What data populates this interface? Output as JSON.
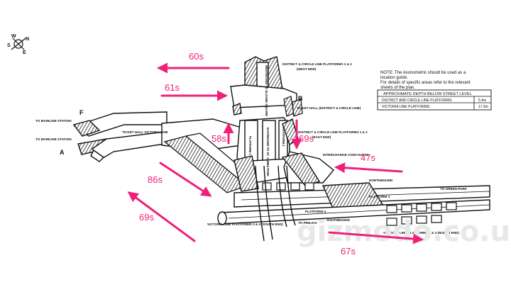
{
  "compass": {
    "n": "N",
    "s": "S",
    "e": "E",
    "w": "W"
  },
  "labels": {
    "district_circle_platforms_top": "DISTRICT & CIRCLE LINE PLATFORMS 1 & 2",
    "west_end": "(WEST END)",
    "westbound": "WESTBOUND TO SLOANE SQUARE",
    "eastbound": "EASTBOUND TO ST. JAMES PARK",
    "platform_1": "PLATFORM 1",
    "platform_2": "PLATFORM 2",
    "entrance_b": "B",
    "ticket_hall_district": "TICKET HALL (DISTRICT & CIRCLE LINE)",
    "entrance_f": "F",
    "entrance_a": "A",
    "to_mainline_1": "TO MAINLINE STATION",
    "to_mainline_2": "TO MAINLINE STATION",
    "ticket_hall_victoria": "TICKET HALL VICTORIA LINE",
    "district_circle_platforms_east": "DISTRICT & CIRCLE LINE PLATFORMS 1 & 2",
    "east_end": "(EAST END)",
    "interchange": "INTERCHANGE CONCOURSE",
    "northbound": "NORTHBOUND",
    "to_green_park": "TO GREEN PARK",
    "platform_3": "PLATFORM 3",
    "platform_4": "PLATFORM 4",
    "to_pimlico": "TO PIMLICO",
    "southbound": "SOUTHBOUND",
    "victoria_south": "VICTORIA LINE PLATFORMS 3 & 4 (SOUTH END)",
    "victoria_north": "VICTORIA LINE PLATFORMS 3 & 4 (NORTH END)"
  },
  "note": {
    "line1": "NOTE: The Axonometric should be used as a",
    "line2": "location guide.",
    "line3": "For details of specific areas refer to the relevant",
    "line4": "sheets of the plan.",
    "depth_title": "APPROXIMATE DEPTH BELOW STREET LEVEL",
    "rows": [
      {
        "name": "DISTRICT AND CIRCLE LINE PLATFORMS",
        "value": "5.4m"
      },
      {
        "name": "VICTORIA LINE PLATFORMS",
        "value": "17.9m"
      }
    ]
  },
  "times": {
    "t60": "60s",
    "t61": "61s",
    "t58": "58s",
    "t69b": "69s",
    "t47": "47s",
    "t86": "86s",
    "t69a": "69s",
    "t67": "67s"
  },
  "watermark": "gizmodo.co.uk",
  "colors": {
    "arrow": "#f0207a",
    "ink": "#111111",
    "paper": "#ffffff"
  }
}
